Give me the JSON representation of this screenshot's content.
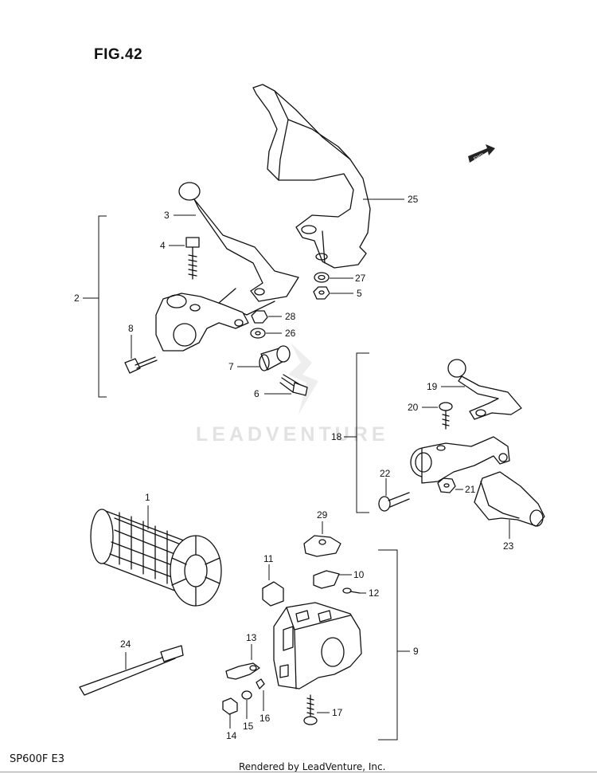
{
  "figure": {
    "title": "FIG.42"
  },
  "watermark": "LEADVENTURE",
  "footer": {
    "model": "SP600F E3",
    "rendered_by": "Rendered by LeadVenture, Inc."
  },
  "fwd_arrow": {
    "label": "FWD"
  },
  "part_labels": {
    "p1": "1",
    "p2": "2",
    "p3": "3",
    "p4": "4",
    "p5": "5",
    "p6": "6",
    "p7": "7",
    "p8": "8",
    "p9": "9",
    "p10": "10",
    "p11": "11",
    "p12": "12",
    "p13": "13",
    "p14": "14",
    "p15": "15",
    "p16": "16",
    "p17": "17",
    "p18": "18",
    "p19": "19",
    "p20": "20",
    "p21": "21",
    "p22": "22",
    "p23": "23",
    "p24": "24",
    "p25": "25",
    "p26": "26",
    "p27": "27",
    "p28": "28",
    "p29": "29"
  }
}
